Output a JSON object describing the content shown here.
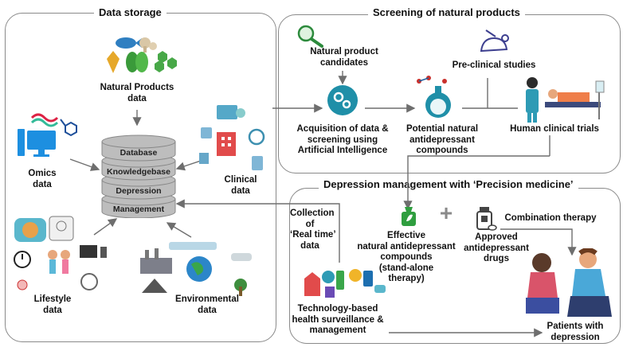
{
  "panels": {
    "storage_title": "Data storage",
    "screening_title": "Screening of natural products",
    "management_title": "Depression management with ‘Precision medicine’"
  },
  "storage": {
    "natural_products": [
      "Natural Products",
      "data"
    ],
    "omics": [
      "Omics",
      "data"
    ],
    "clinical": [
      "Clinical",
      "data"
    ],
    "lifestyle": [
      "Lifestyle",
      "data"
    ],
    "environmental": [
      "Environmental",
      "data"
    ],
    "database_layers": [
      "Database",
      "Knowledgebase",
      "Depression",
      "Management"
    ]
  },
  "screening": {
    "candidates": [
      "Natural product",
      "candidates"
    ],
    "preclinical": "Pre-clinical studies",
    "acquisition": [
      "Acquisition of data &",
      "screening using",
      "Artificial Intelligence"
    ],
    "potential": [
      "Potential natural",
      "antidepressant",
      "compounds"
    ],
    "human_trials": "Human clinical trials"
  },
  "management": {
    "collection": [
      "Collection",
      "of",
      "‘Real time’",
      "data"
    ],
    "effective": [
      "Effective",
      "natural antidepressant",
      "compounds",
      "(stand-alone",
      "therapy)"
    ],
    "plus": "+",
    "combination": "Combination therapy",
    "approved": [
      "Approved",
      "antidepressant",
      "drugs"
    ],
    "technology": [
      "Technology-based",
      "health surveillance &",
      "management"
    ],
    "patients": [
      "Patients with",
      "depression"
    ]
  },
  "colors": {
    "border": "#8a8a8a",
    "arrow": "#6e6e6e",
    "teal": "#1f8fa8",
    "green": "#3aa64a",
    "db_gray": "#b9b9b9"
  }
}
